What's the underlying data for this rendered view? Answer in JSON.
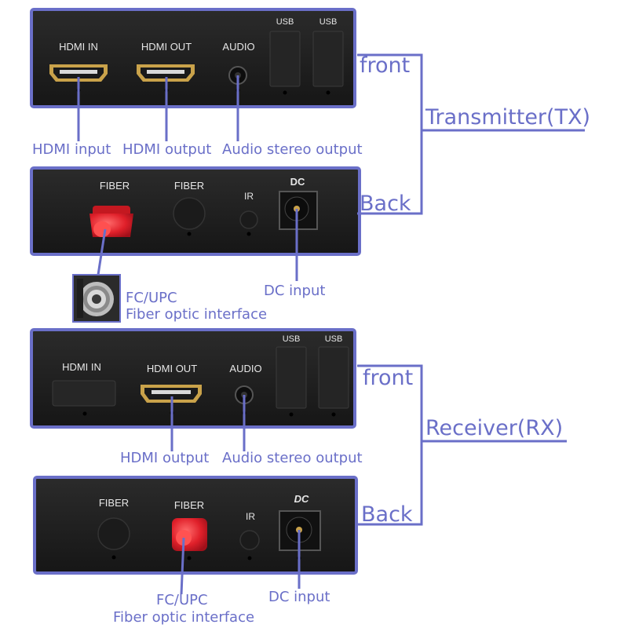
{
  "transmitter": {
    "title": "Transmitter(TX)",
    "front": {
      "side_label": "front",
      "port_labels": [
        "HDMI IN",
        "HDMI OUT",
        "AUDIO",
        "USB",
        "USB"
      ],
      "callouts": [
        "HDMI input",
        "HDMI output",
        "Audio stereo output"
      ]
    },
    "back": {
      "side_label": "Back",
      "port_labels": [
        "FIBER",
        "FIBER",
        "IR",
        "DC"
      ],
      "callouts": {
        "dc": "DC input",
        "fiber_line1": "FC/UPC",
        "fiber_line2": "Fiber optic interface"
      }
    }
  },
  "receiver": {
    "title": "Receiver(RX)",
    "front": {
      "side_label": "front",
      "port_labels": [
        "HDMI IN",
        "HDMI OUT",
        "AUDIO",
        "USB",
        "USB"
      ],
      "callouts": [
        "HDMI output",
        "Audio stereo output"
      ]
    },
    "back": {
      "side_label": "Back",
      "port_labels": [
        "FIBER",
        "FIBER",
        "IR",
        "DC"
      ],
      "callouts": {
        "dc": "DC input",
        "fiber_line1": "FC/UPC",
        "fiber_line2": "Fiber optic interface"
      }
    }
  },
  "colors": {
    "accent": "#6a6fc8",
    "panel": "#202020",
    "panel_border": "#6a6fc8",
    "hdmi_gold": "#c9a24a",
    "fiber_cap": "#e0202a"
  }
}
